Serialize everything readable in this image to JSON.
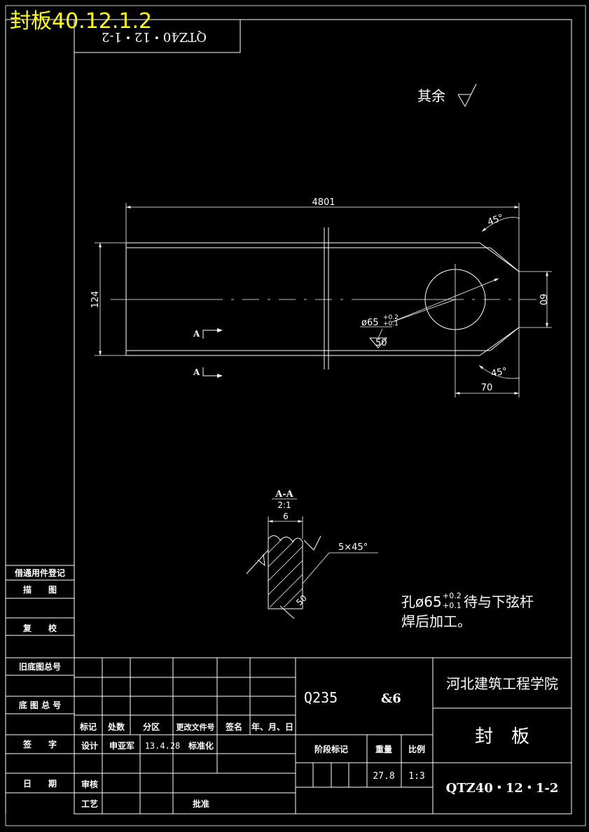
{
  "overlay_title": "封板40.12.1.2",
  "mirrored_code": "QTZ40・12・1-2",
  "roughness_note": "其余",
  "part_view": {
    "dim_length": "4801",
    "dim_height": "124",
    "dim_right_height": "60",
    "dim_right_width": "70",
    "angle_top": "45°",
    "angle_bottom": "45°",
    "hole_dim": "ø65",
    "hole_tol_upper": "+0.2",
    "hole_tol_lower": "+0.1",
    "hole_roughness": "50",
    "section_marker": "A"
  },
  "section": {
    "title": "A-A",
    "scale": "2:1",
    "thickness": "6",
    "chamfer": "5×45°",
    "roughness": "50"
  },
  "note": {
    "line1_pre": "孔ø65",
    "tol_upper": "+0.2",
    "tol_lower": "+0.1",
    "line1_post": "待与下弦杆",
    "line2": "焊后加工。"
  },
  "left_strip": {
    "borrowed": "借通用件登记",
    "trace": "描　　图",
    "check": "复　　校",
    "old_no": "旧底图总号",
    "base_no": "底 图 总 号",
    "sign": "签　　字",
    "date": "日　　期"
  },
  "title_block": {
    "material": "Q235",
    "thickness": "&6",
    "school": "河北建筑工程学院",
    "part_name": "封　板",
    "drawing_no": "QTZ40・12・1-2",
    "h_mark": "标记",
    "h_count": "处数",
    "h_zone": "分区",
    "h_docno": "更改文件号",
    "h_sign": "签名",
    "h_date": "年、月、日",
    "design": "设计",
    "designer": "申亚军",
    "design_date": "13.4.28",
    "standard": "标准化",
    "stage": "阶段标记",
    "weight_label": "重量",
    "scale_label": "比例",
    "weight": "27.8",
    "scale": "1:3",
    "review": "审核",
    "process": "工艺",
    "approve": "批准"
  }
}
